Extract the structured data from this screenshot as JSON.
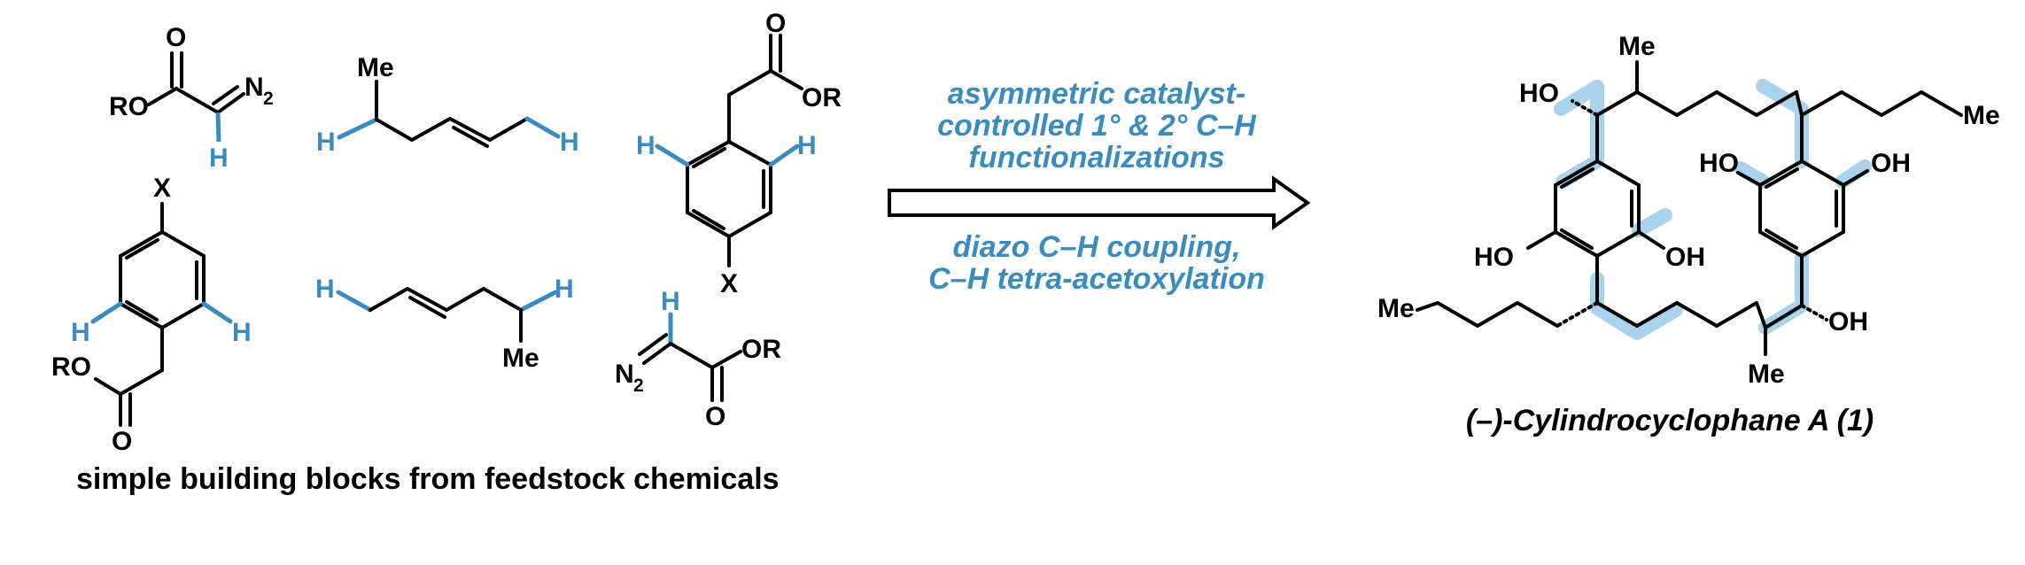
{
  "colors": {
    "accent": "#3a8bbf",
    "highlight": "#a9d2ec",
    "ink": "#000000"
  },
  "labels": {
    "O": "O",
    "RO": "RO",
    "OR": "OR",
    "N": "N",
    "sub2": "2",
    "H": "H",
    "X": "X",
    "Me": "Me",
    "HO": "HO",
    "OH": "OH"
  },
  "conditions": {
    "above": [
      "asymmetric catalyst-",
      "controlled 1° & 2° C–H",
      "functionalizations"
    ],
    "below": [
      "diazo C–H coupling,",
      "C–H tetra-acetoxylation"
    ]
  },
  "caption": "simple building blocks from feedstock chemicals",
  "product_title": "(–)-Cylindrocyclophane A (1)",
  "icons": {
    "arrow": "reaction-arrow-icon"
  }
}
